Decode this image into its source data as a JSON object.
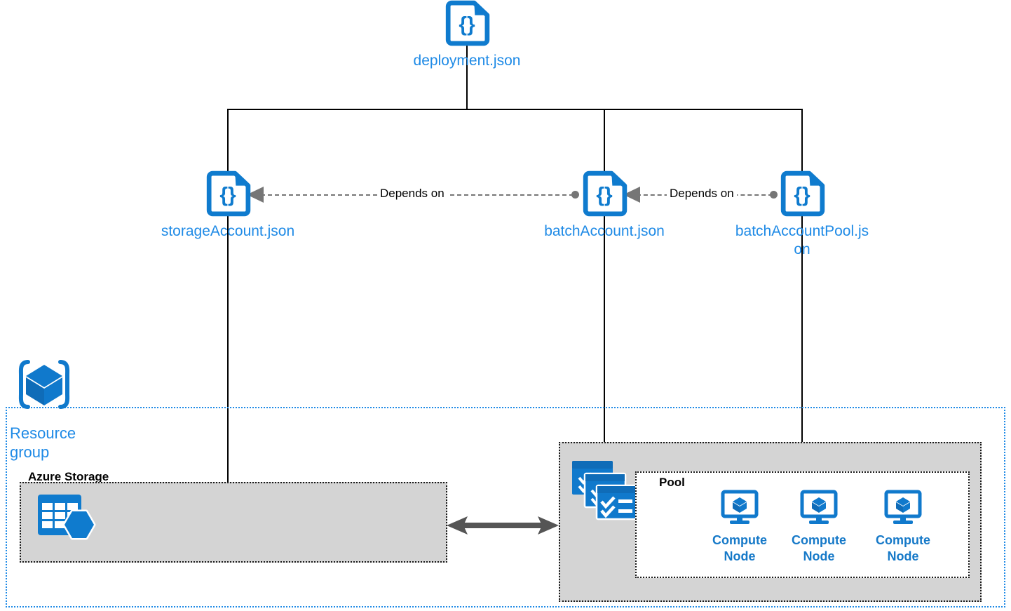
{
  "diagram": {
    "title": "Azure Batch ARM template deployment diagram",
    "colors": {
      "azure_blue": "#1e8ae6",
      "icon_blue": "#0f7bce",
      "gray_box": "#d4d4d4",
      "connector_gray": "#767676",
      "arrow_gray": "#555555",
      "line_black": "#000000"
    }
  },
  "templates": {
    "root": {
      "label": "deployment.json",
      "icon": "json-file-icon"
    },
    "children": [
      {
        "label": "storageAccount.json",
        "icon": "json-file-icon"
      },
      {
        "label": "batchAccount.json",
        "icon": "json-file-icon"
      },
      {
        "label": "batchAccountPool.json",
        "icon": "json-file-icon"
      }
    ]
  },
  "dependencies": [
    {
      "label": "Depends on",
      "from": "batchAccount.json",
      "to": "storageAccount.json"
    },
    {
      "label": "Depends on",
      "from": "batchAccountPool.json",
      "to": "batchAccount.json"
    }
  ],
  "resource_group": {
    "label": "Resource group",
    "icon": "resource-group-cube-icon"
  },
  "resources": {
    "storage": {
      "title": "Azure Storage",
      "icon": "azure-storage-icon"
    },
    "batch": {
      "icon": "azure-batch-icon",
      "pool": {
        "title": "Pool",
        "nodes": [
          {
            "label": "Compute Node",
            "icon": "compute-node-icon"
          },
          {
            "label": "Compute Node",
            "icon": "compute-node-icon"
          },
          {
            "label": "Compute Node",
            "icon": "compute-node-icon"
          }
        ]
      }
    }
  },
  "connectors": {
    "storage_batch_arrow": "bidirectional-arrow"
  }
}
